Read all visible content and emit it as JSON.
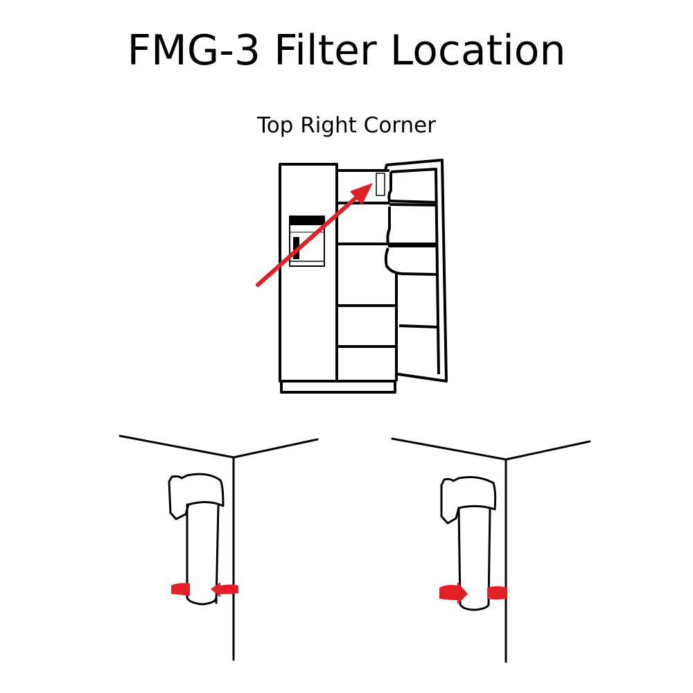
{
  "title": "FMG-3 Filter Location",
  "subtitle": "Top Right Corner",
  "colors": {
    "line": "#000000",
    "arrow": "#e31e24",
    "background": "#ffffff"
  },
  "illustrations": {
    "fridge": "side-by-side refrigerator with right door open, red arrow pointing to filter in top right corner",
    "left_detail": "filter cartridge in corner, red arrows indicating counter-clockwise rotation (remove)",
    "right_detail": "filter cartridge in corner, red arrows indicating clockwise rotation (install)"
  }
}
